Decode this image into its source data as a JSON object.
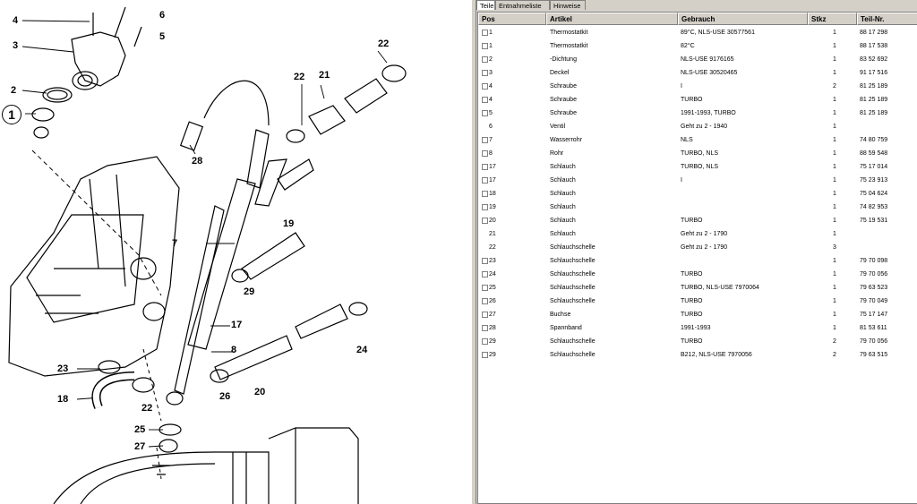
{
  "tabs": [
    {
      "label": "Teile",
      "active": true
    },
    {
      "label": "Entnahmeliste",
      "active": false
    },
    {
      "label": "Hinweise",
      "active": false
    }
  ],
  "columns": [
    "Pos",
    "Artikel",
    "Gebrauch",
    "Stkz",
    "Teil-Nr."
  ],
  "rows": [
    {
      "pos": "1",
      "artikel": "Thermostatkit",
      "gebrauch": "89°C, NLS-USE 30577561",
      "stkz": "1",
      "teilnr": "88 17 298",
      "checkbox": true
    },
    {
      "pos": "1",
      "artikel": "Thermostatkit",
      "gebrauch": "82°C",
      "stkz": "1",
      "teilnr": "88 17 538",
      "checkbox": true
    },
    {
      "pos": "2",
      "artikel": "-Dichtung",
      "gebrauch": "NLS-USE 9176165",
      "stkz": "1",
      "teilnr": "83 52 692",
      "checkbox": true
    },
    {
      "pos": "3",
      "artikel": "Deckel",
      "gebrauch": "NLS-USE 30520465",
      "stkz": "1",
      "teilnr": "91 17 516",
      "checkbox": true
    },
    {
      "pos": "4",
      "artikel": "Schraube",
      "gebrauch": "I",
      "stkz": "2",
      "teilnr": "81 25 189",
      "checkbox": true
    },
    {
      "pos": "4",
      "artikel": "Schraube",
      "gebrauch": "TURBO",
      "stkz": "1",
      "teilnr": "81 25 189",
      "checkbox": true
    },
    {
      "pos": "5",
      "artikel": "Schraube",
      "gebrauch": "1991-1993, TURBO",
      "stkz": "1",
      "teilnr": "81 25 189",
      "checkbox": true
    },
    {
      "pos": "6",
      "artikel": "Ventil",
      "gebrauch": "Geht zu 2 - 1940",
      "stkz": "1",
      "teilnr": "",
      "checkbox": false
    },
    {
      "pos": "7",
      "artikel": "Wasserrohr",
      "gebrauch": "NLS",
      "stkz": "1",
      "teilnr": "74 80 759",
      "checkbox": true
    },
    {
      "pos": "8",
      "artikel": "Rohr",
      "gebrauch": "TURBO, NLS",
      "stkz": "1",
      "teilnr": "88 59 548",
      "checkbox": true
    },
    {
      "pos": "17",
      "artikel": "Schlauch",
      "gebrauch": "TURBO, NLS",
      "stkz": "1",
      "teilnr": "75 17 014",
      "checkbox": true
    },
    {
      "pos": "17",
      "artikel": "Schlauch",
      "gebrauch": "I",
      "stkz": "1",
      "teilnr": "75 23 913",
      "checkbox": true
    },
    {
      "pos": "18",
      "artikel": "Schlauch",
      "gebrauch": "",
      "stkz": "1",
      "teilnr": "75 04 624",
      "checkbox": true
    },
    {
      "pos": "19",
      "artikel": "Schlauch",
      "gebrauch": "",
      "stkz": "1",
      "teilnr": "74 82 953",
      "checkbox": true
    },
    {
      "pos": "20",
      "artikel": "Schlauch",
      "gebrauch": "TURBO",
      "stkz": "1",
      "teilnr": "75 19 531",
      "checkbox": true
    },
    {
      "pos": "21",
      "artikel": "Schlauch",
      "gebrauch": "Geht zu 2 - 1790",
      "stkz": "1",
      "teilnr": "",
      "checkbox": false
    },
    {
      "pos": "22",
      "artikel": "Schlauchschelle",
      "gebrauch": "Geht zu 2 - 1790",
      "stkz": "3",
      "teilnr": "",
      "checkbox": false
    },
    {
      "pos": "23",
      "artikel": "Schlauchschelle",
      "gebrauch": "",
      "stkz": "1",
      "teilnr": "79 70 098",
      "checkbox": true
    },
    {
      "pos": "24",
      "artikel": "Schlauchschelle",
      "gebrauch": "TURBO",
      "stkz": "1",
      "teilnr": "79 70 056",
      "checkbox": true
    },
    {
      "pos": "25",
      "artikel": "Schlauchschelle",
      "gebrauch": "TURBO, NLS-USE 7970064",
      "stkz": "1",
      "teilnr": "79 63 523",
      "checkbox": true
    },
    {
      "pos": "26",
      "artikel": "Schlauchschelle",
      "gebrauch": "TURBO",
      "stkz": "1",
      "teilnr": "79 70 049",
      "checkbox": true
    },
    {
      "pos": "27",
      "artikel": "Buchse",
      "gebrauch": "TURBO",
      "stkz": "1",
      "teilnr": "75 17 147",
      "checkbox": true
    },
    {
      "pos": "28",
      "artikel": "Spannband",
      "gebrauch": "1991-1993",
      "stkz": "1",
      "teilnr": "81 53 611",
      "checkbox": true
    },
    {
      "pos": "29",
      "artikel": "Schlauchschelle",
      "gebrauch": "TURBO",
      "stkz": "2",
      "teilnr": "79 70 056",
      "checkbox": true
    },
    {
      "pos": "29",
      "artikel": "Schlauchschelle",
      "gebrauch": "B212, NLS-USE 7970056",
      "stkz": "2",
      "teilnr": "79 63 515",
      "checkbox": true
    }
  ],
  "diagram": {
    "callouts": [
      "4",
      "6",
      "5",
      "3",
      "22",
      "21",
      "22",
      "2",
      "1",
      "28",
      "19",
      "7",
      "29",
      "17",
      "8",
      "24",
      "23",
      "18",
      "22",
      "26",
      "20",
      "25",
      "27"
    ]
  }
}
